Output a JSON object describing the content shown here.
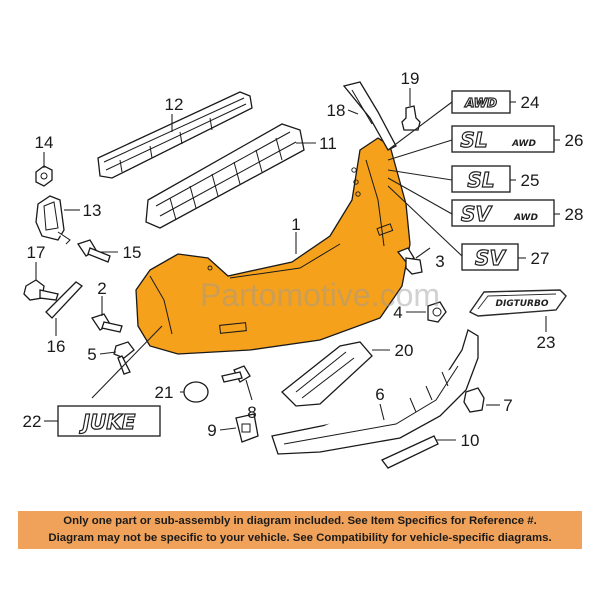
{
  "callouts": [
    "1",
    "2",
    "3",
    "4",
    "5",
    "6",
    "7",
    "8",
    "9",
    "10",
    "11",
    "12",
    "13",
    "14",
    "15",
    "16",
    "17",
    "18",
    "19",
    "20",
    "21",
    "22",
    "23",
    "24",
    "25",
    "26",
    "27",
    "28"
  ],
  "badges": {
    "awd": "AWD",
    "sl_awd_main": "SL",
    "sl_awd_sub": "AWD",
    "sl": "SL",
    "sv_awd_main": "SV",
    "sv_awd_sub": "AWD",
    "sv": "SV",
    "digturbo": "DIGTURBO",
    "juke": "JUKE"
  },
  "watermark": "Partomotive.com",
  "colors": {
    "bumper": "#f5a11c",
    "footer": "#f0a25a"
  },
  "footer": {
    "line1": "Only one part or sub-assembly in diagram included. See Item Specifics for Reference #.",
    "line2": "Diagram may not be specific to your vehicle. See Compatibility for vehicle-specific diagrams."
  }
}
